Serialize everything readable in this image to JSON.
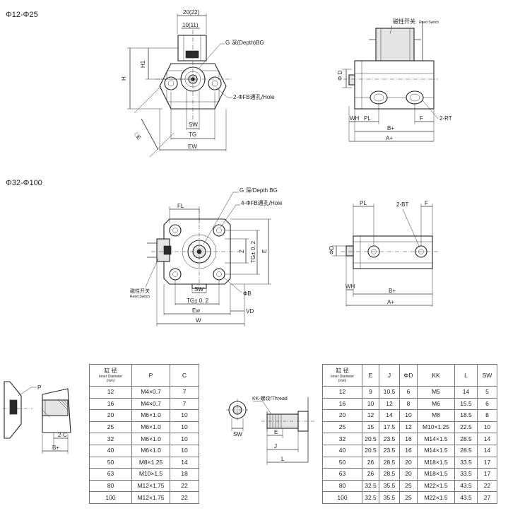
{
  "headings": {
    "small_bore": "Φ12-Φ25",
    "large_bore": "Φ32-Φ100"
  },
  "labels": {
    "dim_20": "20(22)",
    "dim_10": "10(11)",
    "g_depth_1": "G 深(Depth)BG",
    "h1": "H1",
    "h": "H",
    "fb_hole_1": "2-ΦFB通孔/Hole",
    "sw": "SW",
    "tg": "TG",
    "ew": "EW",
    "e_diag": "□E",
    "reed_cn": "磁性开关",
    "reed_en": "Reed Switch",
    "d": "Φ D",
    "wh": "WH",
    "pl": "PL",
    "f": "F",
    "rt": "2-RT",
    "b_plus": "B+",
    "a_plus": "A+",
    "fl": "FL",
    "g_depth_2": "G 深/Depth BG",
    "fb_hole_2": "4-ΦFB通孔/Hole",
    "z": "Z",
    "tg02_v": "TG± 0. 2",
    "e": "E",
    "phi_b": "ΦB",
    "tg02_h": "TG± 0. 2",
    "ew2": "Ew",
    "vd": "VD",
    "w": "W",
    "reed_cn_2": "磁性开关",
    "reed_en_2": "Reed Switch",
    "pl2": "PL",
    "bt2": "2-BT",
    "f2": "F",
    "d2": "ΦD",
    "wh2": "WH",
    "b_plus2": "B+",
    "a_plus2": "A+",
    "p": "P",
    "c": "2-C",
    "b_plus3": "B+",
    "kk_thread": "KK-螺纹/Thread",
    "sw3": "SW",
    "e3": "E",
    "j": "J",
    "l": "L"
  },
  "table_pc": {
    "header_cn": "缸 径",
    "header_en": "Inner Diameter",
    "header_unit": "(mm)",
    "columns": [
      "P",
      "C"
    ],
    "rows": [
      [
        "12",
        "M4×0.7",
        "7"
      ],
      [
        "16",
        "M4×0.7",
        "7"
      ],
      [
        "20",
        "M6×1.0",
        "10"
      ],
      [
        "25",
        "M6×1.0",
        "10"
      ],
      [
        "32",
        "M6×1.0",
        "10"
      ],
      [
        "40",
        "M6×1.0",
        "10"
      ],
      [
        "50",
        "M8×1.25",
        "14"
      ],
      [
        "63",
        "M10×1.5",
        "18"
      ],
      [
        "80",
        "M12×1.75",
        "22"
      ],
      [
        "100",
        "M12×1.75",
        "22"
      ]
    ]
  },
  "table_rod": {
    "header_cn": "缸 径",
    "header_en": "Inner Diameter",
    "header_unit": "(mm)",
    "columns": [
      "E",
      "J",
      "ΦD",
      "KK",
      "L",
      "SW"
    ],
    "rows": [
      [
        "12",
        "9",
        "10.5",
        "6",
        "M5",
        "14",
        "5"
      ],
      [
        "16",
        "10",
        "12",
        "8",
        "M6",
        "15.5",
        "6"
      ],
      [
        "20",
        "12",
        "14",
        "10",
        "M8",
        "18.5",
        "8"
      ],
      [
        "25",
        "15",
        "17.5",
        "12",
        "M10×1.25",
        "22.5",
        "10"
      ],
      [
        "32",
        "20.5",
        "23.5",
        "16",
        "M14×1.5",
        "28.5",
        "14"
      ],
      [
        "40",
        "20.5",
        "23.5",
        "16",
        "M14×1.5",
        "28.5",
        "14"
      ],
      [
        "50",
        "26",
        "28.5",
        "20",
        "M18×1.5",
        "33.5",
        "17"
      ],
      [
        "63",
        "26",
        "28.5",
        "20",
        "M18×1.5",
        "33.5",
        "17"
      ],
      [
        "80",
        "32.5",
        "35.5",
        "25",
        "M22×1.5",
        "43.5",
        "22"
      ],
      [
        "100",
        "32.5",
        "35.5",
        "25",
        "M22×1.5",
        "43.5",
        "27"
      ]
    ]
  },
  "colors": {
    "line": "#333333",
    "fill": "#e4e4e4",
    "table_border": "#777777"
  }
}
